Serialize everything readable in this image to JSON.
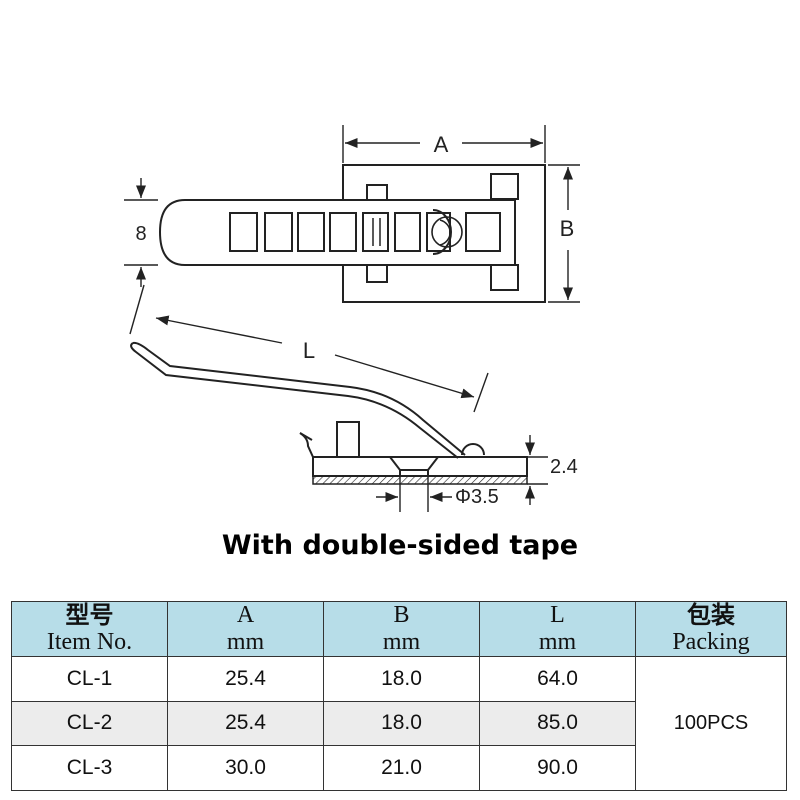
{
  "drawing": {
    "dim_a": "A",
    "dim_b": "B",
    "dim_8": "8",
    "dim_l": "L",
    "dim_thickness": "2.4",
    "dim_hole": "Φ3.5"
  },
  "caption": "With double-sided tape",
  "table": {
    "headers": [
      {
        "line1": "型号",
        "line2": "Item No."
      },
      {
        "line1": "A",
        "line2": "mm"
      },
      {
        "line1": "B",
        "line2": "mm"
      },
      {
        "line1": "L",
        "line2": "mm"
      },
      {
        "line1": "包装",
        "line2": "Packing"
      }
    ],
    "rows": [
      {
        "item": "CL-1",
        "a": "25.4",
        "b": "18.0",
        "l": "64.0"
      },
      {
        "item": "CL-2",
        "a": "25.4",
        "b": "18.0",
        "l": "85.0"
      },
      {
        "item": "CL-3",
        "a": "30.0",
        "b": "21.0",
        "l": "90.0"
      }
    ],
    "packing": "100PCS"
  },
  "colors": {
    "header_bg": "#b7dde8",
    "alt_row_bg": "#ececec"
  }
}
